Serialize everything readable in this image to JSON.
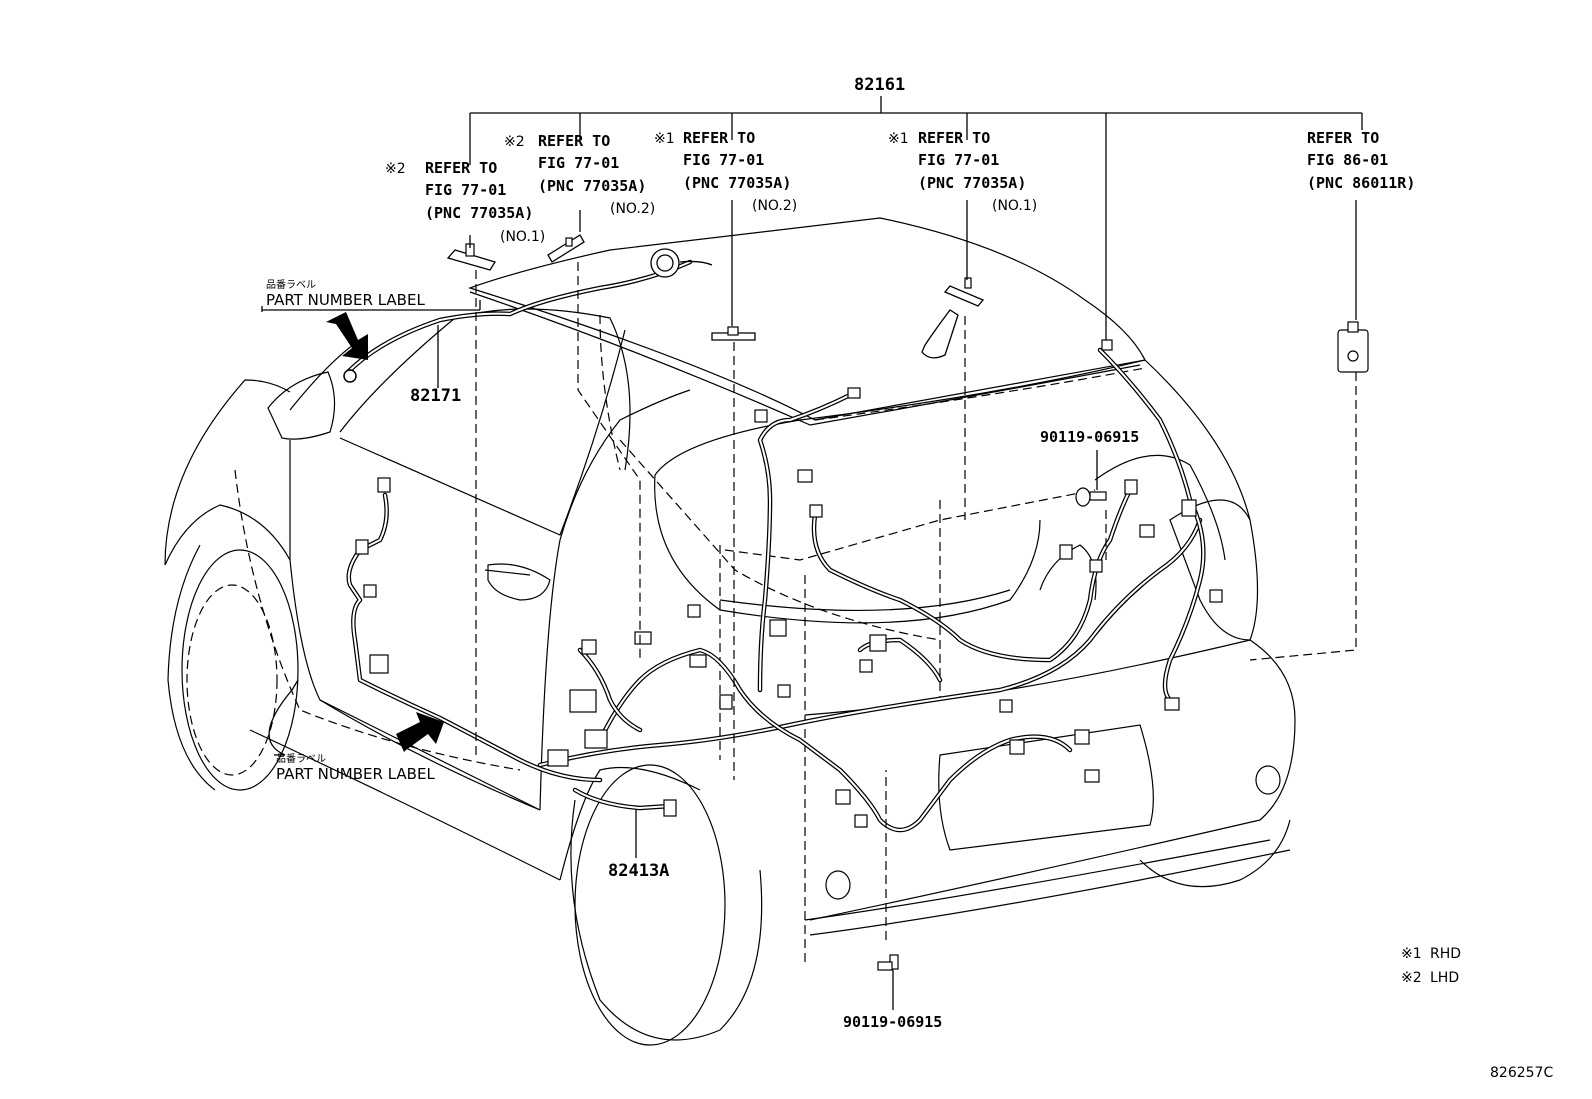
{
  "parts": {
    "harness_main": "82161",
    "harness_roof": "82171",
    "harness_lower": "82413A",
    "bolt_upper": "90119-06915",
    "bolt_lower": "90119-06915"
  },
  "refs": [
    {
      "mark": "※2",
      "line1": "REFER TO",
      "line2": "FIG 77-01",
      "line3": "(PNC 77035A)",
      "line4": "(NO.1)"
    },
    {
      "mark": "※2",
      "line1": "REFER TO",
      "line2": "FIG 77-01",
      "line3": "(PNC 77035A)",
      "line4": "(NO.2)"
    },
    {
      "mark": "※1",
      "line1": "REFER TO",
      "line2": "FIG 77-01",
      "line3": "(PNC 77035A)",
      "line4": "(NO.2)"
    },
    {
      "mark": "※1",
      "line1": "REFER TO",
      "line2": "FIG 77-01",
      "line3": "(PNC 77035A)",
      "line4": "(NO.1)"
    },
    {
      "mark": "",
      "line1": "REFER TO",
      "line2": "FIG 86-01",
      "line3": "(PNC 86011R)",
      "line4": ""
    }
  ],
  "labels": {
    "part_number_label_jp": "品番ラベル",
    "part_number_label": "PART NUMBER LABEL"
  },
  "legend": [
    {
      "mark": "※1",
      "text": "RHD"
    },
    {
      "mark": "※2",
      "text": "LHD"
    }
  ],
  "figure_code": "826257C",
  "icons": {
    "arrow_upper": "arrow-icon",
    "arrow_lower": "arrow-icon"
  }
}
